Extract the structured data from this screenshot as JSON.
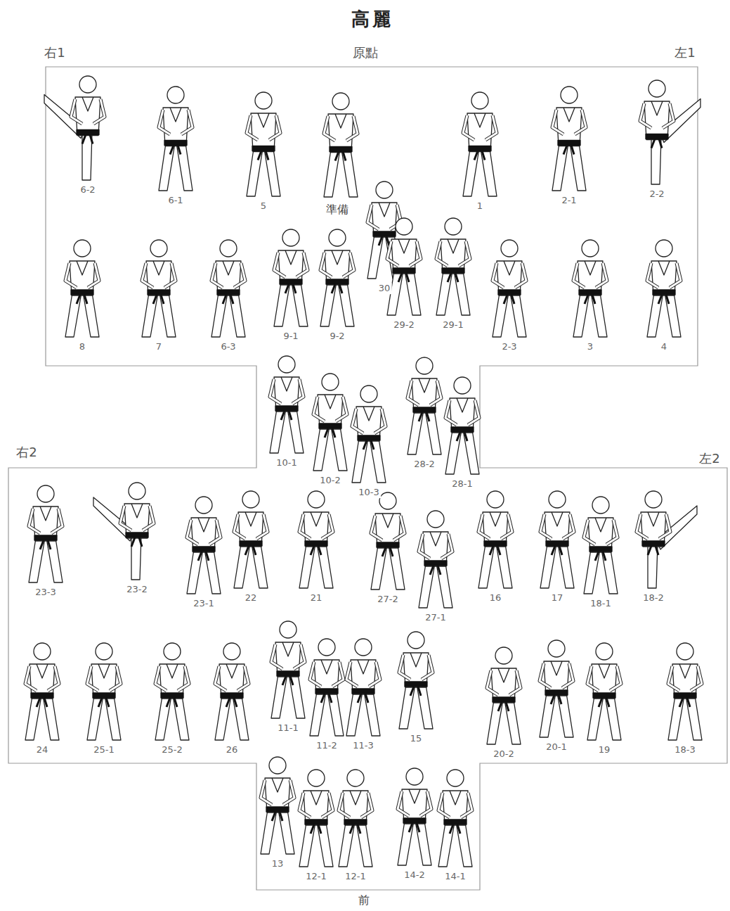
{
  "diagram": {
    "title": "高麗",
    "labels": [
      "右1",
      "原點",
      "左1",
      "6-2",
      "6-1",
      "5",
      "準備",
      "1",
      "2-1",
      "2-2",
      "30",
      "8",
      "7",
      "6-3",
      "9-1",
      "9-2",
      "29-2",
      "29-1",
      "2-3",
      "3",
      "4",
      "10-1",
      "10-2",
      "10-3",
      "28-2",
      "28-1",
      "右2",
      "左2",
      "23-3",
      "23-2",
      "23-1",
      "22",
      "21",
      "27-2",
      "27-1",
      "16",
      "17",
      "18-1",
      "18-2",
      "24",
      "25-1",
      "25-2",
      "26",
      "11-1",
      "11-2",
      "11-3",
      "15",
      "20-2",
      "20-1",
      "19",
      "18-3",
      "13",
      "12-1",
      "12-1",
      "14-2",
      "14-1",
      "前"
    ]
  }
}
